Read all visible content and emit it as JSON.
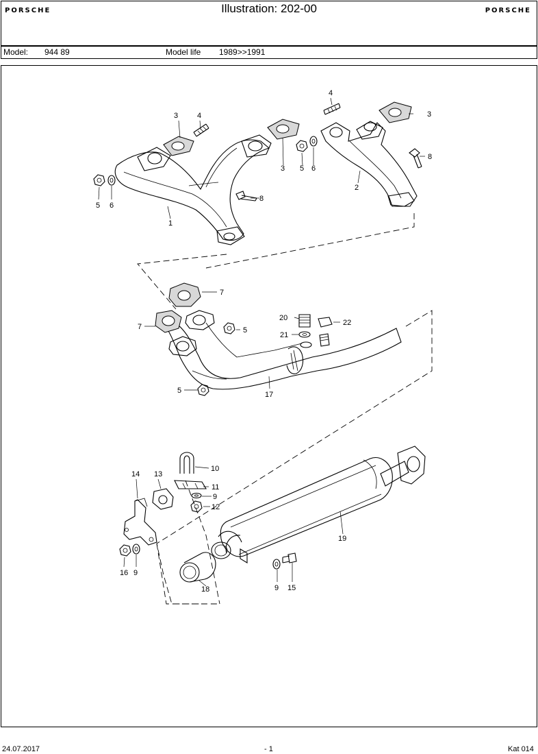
{
  "header": {
    "brand_left": "PORSCHE",
    "brand_right": "PORSCHE",
    "title": "Illustration: 202-00"
  },
  "model_info": {
    "model_label": "Model:",
    "model_value": "944 89",
    "life_label": "Model life",
    "life_value": "1989>>1991"
  },
  "callouts": {
    "c1": "1",
    "c2": "2",
    "c3a": "3",
    "c3b": "3",
    "c3c": "3",
    "c4a": "4",
    "c4b": "4",
    "c5a": "5",
    "c5b": "5",
    "c5c": "5",
    "c5d": "5",
    "c6a": "6",
    "c6b": "6",
    "c7a": "7",
    "c7b": "7",
    "c8a": "8",
    "c8b": "8",
    "c9a": "9",
    "c9b": "9",
    "c9c": "9",
    "c10": "10",
    "c11": "11",
    "c12": "12",
    "c13": "13",
    "c14": "14",
    "c15": "15",
    "c16": "16",
    "c17": "17",
    "c18": "18",
    "c19": "19",
    "c20": "20",
    "c21": "21",
    "c22": "22"
  },
  "footer": {
    "date": "24.07.2017",
    "page": "- 1",
    "catalog": "Kat 014"
  }
}
